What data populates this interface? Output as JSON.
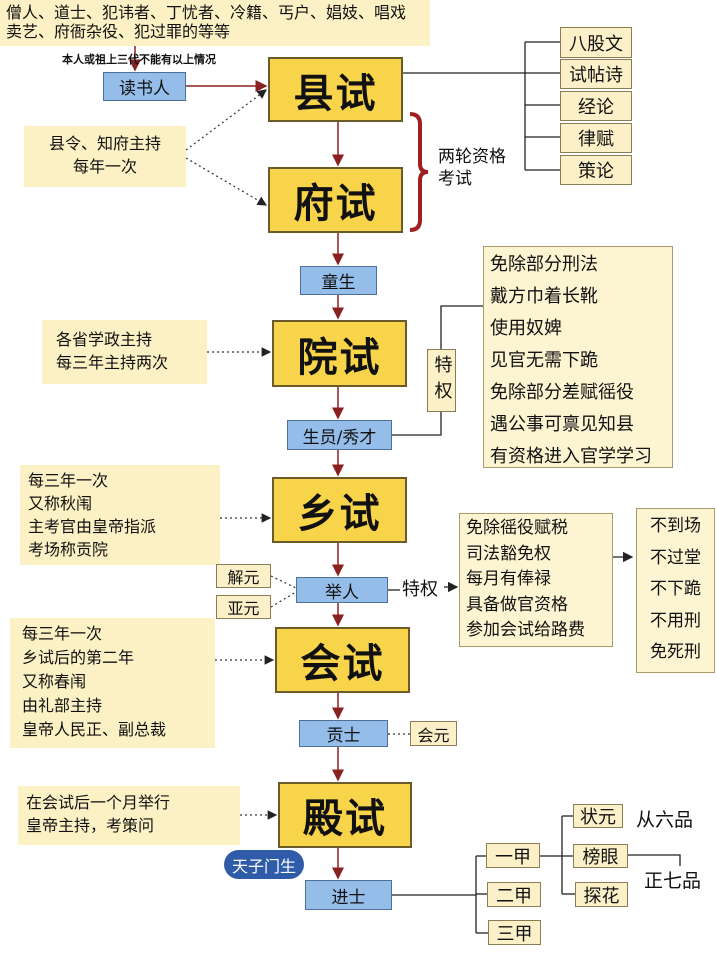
{
  "top_note": {
    "line1": "僧人、道士、犯讳者、丁忧者、冷籍、丐户、娼妓、唱戏",
    "line2": "卖艺、府衙杂役、犯过罪的等等",
    "condition": "本人或祖上三代不能有以上情况"
  },
  "scholar": "读书人",
  "exams": {
    "county": "县试",
    "prefecture": "府试",
    "academy": "院试",
    "provincial": "乡试",
    "metropolitan": "会试",
    "palace": "殿试"
  },
  "county_note": [
    "县令、知府主持",
    "每年一次"
  ],
  "two_rounds": [
    "两轮资格",
    "考试"
  ],
  "subjects": [
    "八股文",
    "试帖诗",
    "经论",
    "律赋",
    "策论"
  ],
  "tongsheng": "童生",
  "academy_note": [
    "各省学政主持",
    "每三年主持两次"
  ],
  "privilege_label": "特权",
  "shengyuan": "生员/秀才",
  "shengyuan_privileges": [
    "免除部分刑法",
    "戴方巾着长靴",
    "使用奴婢",
    "见官无需下跪",
    "免除部分差赋徭役",
    "遇公事可禀见知县",
    "有资格进入官学学习"
  ],
  "provincial_note": [
    "每三年一次",
    "又称秋闱",
    "主考官由皇帝指派",
    "考场称贡院"
  ],
  "jieyuan": "解元",
  "yayuan": "亚元",
  "juren": "举人",
  "juren_privilege_label": "特权",
  "juren_privileges": [
    "免除徭役赋税",
    "司法豁免权",
    "每月有俸禄",
    "具备做官资格",
    "参加会试给路费"
  ],
  "immunities": [
    "不到场",
    "不过堂",
    "不下跪",
    "不用刑",
    "免死刑"
  ],
  "metro_note": [
    "每三年一次",
    "乡试后的第二年",
    "又称春闱",
    "由礼部主持",
    "皇帝人民正、副总裁"
  ],
  "gongshi": "贡士",
  "huiyuan": "会元",
  "palace_note": [
    "在会试后一个月举行",
    "皇帝主持，考策问"
  ],
  "tianzi": "天子门生",
  "jinshi": "进士",
  "ranks": [
    "一甲",
    "二甲",
    "三甲"
  ],
  "top3": [
    "状元",
    "榜眼",
    "探花"
  ],
  "grades": {
    "first": "从六品",
    "second": "正七品"
  }
}
